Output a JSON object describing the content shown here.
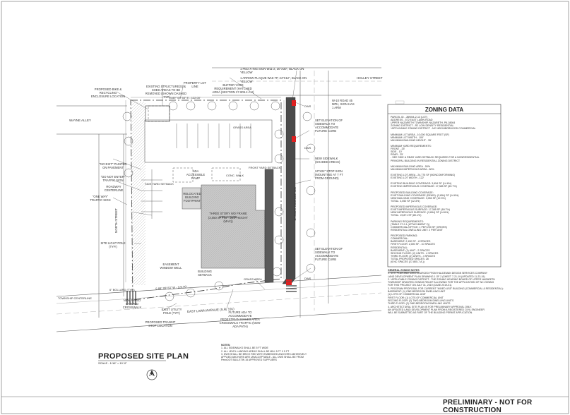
{
  "sheet": {
    "title": "PROPOSED SITE PLAN",
    "scale": "SCALE - 1/16\" = 10'-0\"",
    "status": "PRELIMINARY - NOT FOR CONSTRUCTION"
  },
  "streets": {
    "holley": "HOLLEY STREET",
    "wayne": "WAYNE ALLEY",
    "east_lawn": "EAST LAWN AVENUE (S.R. 191)",
    "schoeneck": "SCHOENECK AVENUE",
    "north": "NORTH STREET"
  },
  "labels": {
    "building": "THREE STORY WD FRAME STRUCTURE",
    "building_area": "(3,050 SF FIG - 35.0' HEIGHT (MAX))",
    "relocated": "RELOCATED BUILDING FOOTPRINT",
    "bike": "PROPOSED BIKE & RECYCLING ENCLOSURE LOCATION",
    "existing_structures": "EXISTING STRUCTURE(S) & SHED AREAS TO BE REMOVED (SHOWN DASHED - TYP.)",
    "property_line": "PROPERTY LOT LINE",
    "buffer": "BUFFER YARD REQUIREMENT (HATCHED AREA (SECTION 27-805.4.A.2)",
    "sign_yellow": "1 PED X-ING SIGN W11-2, 30\"X30\", BLACK ON YELLOW",
    "arrow_plaque": "1 ARROW PLAQUE W16-7P, 24\"X12\", BLACK ON YELLOW",
    "grass": "GRASS AREA",
    "ada": "ADA ACCESSIBLE RAMP",
    "conc_walk": "CONC. WALK",
    "front_setback": "FRONT YARD SETBACK",
    "side_setback": "SIDE YARD SETBACK",
    "new_paved": "NEW PAVED STRIPED CROSSWALK",
    "light_pole": "SITE LIGHT POLE (TYP.)",
    "bollard": "6\" BOLLARD (TYP.)",
    "building_setback": "BUILDING SETBACK",
    "easement": "EASEMENT WINDOW WELL",
    "no_exit": "\"NO EXIT\" PAINTED ON PAVEMENT",
    "do_not_enter": "\"DO NOT ENTER\" TRAFFIC SIGN",
    "one_way": "\"ONE WAY\" TRAFFIC SIGN",
    "roadway": "ROADWAY CENTERLINE",
    "utility_pole": "EXIST UTILITY POLE (TYP.)",
    "transit": "PROPOSED TRANSIT STOP LOCATION",
    "future_ada": "FUTURE ADA TO ACCOMMODATE PEDESTRIAN ISSUES AREA CROSSWALK TRAFFIC (NON-ADA PATH)",
    "set_elevation": "SET ELEVATION OF SIDEWALK TO ACCOMMODATE FUTURE CURB",
    "dwg": "DWS",
    "new_sidewalk": "NEW SIDEWALK (SHADED AREAS)",
    "sight_stop": "24\"X24\" STOP SIGN (MOUNTING AT 7 FT FROM GROUND)",
    "ped_sign": "W-10 ROAD 45 MPH, SIGN HAS 1 ARM",
    "township_line": "TOWNSHIP CENTERLINE",
    "bearing_top": "N 89° 09' 53\" E - 122.00'",
    "bearing_bottom": "S 89° 09' 53\" W - 122.00'",
    "grass_area2": "GRASS AREA"
  },
  "zoning": {
    "title": "ZONING DATA",
    "lines": [
      "PARCEL ID - J8NW4-2-13 (LOT)",
      "ADDRESS - 572 EAST LAWN ROAD",
      "UPPER NAZARETH TOWNSHIP, NAZARETH, PA 18064",
      "ZONING DISTRICT - R2 LOW DENSITY RESIDENTIAL",
      "*APPLICABLE ZONING DISTRICT - NC NEIGHBORHOOD COMMERCIAL",
      "",
      "MINIMUM LOT AREA - 10,000 SQUARE FEET (SF)",
      "MINIMUM LOT WIDTH - 100'",
      "MAXIMUM BUILDING HEIGHT - 35'",
      "",
      "MINIMUM YARD REQUIREMENTS:",
      "   FRONT - 25'",
      "   SIDE - 10'",
      "   REAR - 25'",
      "   - SEE SIDE & REAR YARD SETBACK REQUIRED FOR A NONRESIDENTIAL",
      "     PRINCIPAL BUILDING IN RESIDENTIAL ZONING DISTRICT",
      "",
      "MAXIMUM BUILDING AREA - 50%",
      "MAXIMUM IMPERVIOUS AREA - 80%",
      "",
      "EXISTING LOT AREA - 24,775 SF (NONCONFORMING)",
      "EXISTING LOT WIDTH - 122'",
      "",
      "EXISTING BUILDING COVERAGE:             3,654 SF (14.6%)",
      "EXISTING IMPERVIOUS COVERAGE:          17,385 SF (69.7%)",
      "",
      "PROPOSED BUILDING COVERAGE:",
      "   EXIST BUILDING COVERAGE (DEMO):   (3,654) SF (14.6%)",
      "   NEW BUILDING COVERAGE:                  3,050 SF (12.3%)",
      "   TOTAL:                                            3,050 SF (12.3%)",
      "",
      "PROPOSED IMPERVIOUS COVERAGE:",
      "   EXIST IMPERVIOUS SURFACE:           17,385 SF (69.7%)",
      "   NEW IMPERVIOUS SURFACE:              (3,654) SF (14.6%)",
      "   TOTAL:                                           19,871 SF (80.1%)",
      "",
      "PARKING REQUIREMENTS:",
      "   (TABLE 27-9.1 (ATTACHMENT 2))",
      "COMMERCIAL/OFFICE:                           1 PER 200 SF (GROSS)",
      "RESIDENTIAL DWELLING UNIT:                  2 PER UNIT",
      "",
      "PROPOSED PARKING:",
      "COMMERCIAL:",
      "   BASEMENT:                                     2,150 SF - 8 SPACES",
      "   FIRST FLOOR:                                  2,000 SF - 10 SPACES",
      "RESIDENTIAL:",
      "   BASEMENT:                                     (1) UNIT    - 2 SPACES",
      "   SECOND FLOOR:                               (2) UNITS  - 4 SPACES",
      "   THIRD FLOOR:                                  (2) UNITS  - 4 SPACES",
      "   TOTAL PROPOSED SPACES:                              28",
      "   (6 NC SPACES (27-805.7.A.))"
    ]
  },
  "general_notes": {
    "heading": "GENERAL ZONING NOTES",
    "lines": [
      "1. SITE PLAN AND DATA SOURCED FROM HALDEMAN DESIGN SERVICES COMPANY",
      "   LAND DEVELOPMENT PLAN DRAWING 1 OF 2 (SHEET 7-21-19 (UPDATED 11-23-19)",
      "2. *APPLICABLE ZONING DISTRICT - THE ZONING HEARING BOARD OF UPPER NAZARETH",
      "   TOWNSHIP GRANTED ZONING RELIEF ALLOWING FOR THE APPLICATION OF NC ZONING",
      "   FOR THIS PROJECT ON JULY 31, 2019 (CASE 2019-01).",
      "3. PROGRAM PROPOSAL FOR CURRENT \"MIXED USE\" BUILDING (COMMERCIAL & RESIDENTIAL):",
      "   BASEMENT:              (1) ONE-BEDROOM DWELLING UNIT",
      "                                  (1) LOTS OF COMMERCIAL UNIT",
      "   FIRST FLOOR:            (1) LOTS OF COMMERCIAL UNIT",
      "   SECOND FLOOR:         (2) TWO-BEDROOM DWELLING UNITS",
      "   THIRD FLOOR:           (2) ONE-BEDROOM DWELLING UNITS",
      "4. ARCHITECTURAL SITE PLAN IS FOR PRELIMINARY APPROVAL ONLY.",
      "   AN UPDATED LAND DEVELOPMENT PLAN FROM A REGISTERED CIVIL ENGINEER",
      "   WILL BE SUBMITTED AS PART OF THE BUILDING PERMIT APPLICATION."
    ]
  },
  "plan_notes": {
    "heading": "NOTES:",
    "lines": [
      "1. ALL SIDEWALKS SHALL BE 5 FT WIDE",
      "2. ALL LEVEL LANDING AREAS SHALL BE MIN. 5 FT X 5 FT",
      "3. DWS SHALL BE BRICK RED WITH EMBEDDED ANCHORS ADHESIVELY",
      "   APPLIED ANCHORS ARE UNACCEPTABLE - ALL DWS SHALL BE FROM",
      "   PennDOT BULLETIN 15 APPROVED SUPPLIERS"
    ]
  },
  "colors": {
    "line": "#333333",
    "sidewalk": "#4a4a4a",
    "building": "#b5b5b5",
    "dws": "#e02020"
  }
}
